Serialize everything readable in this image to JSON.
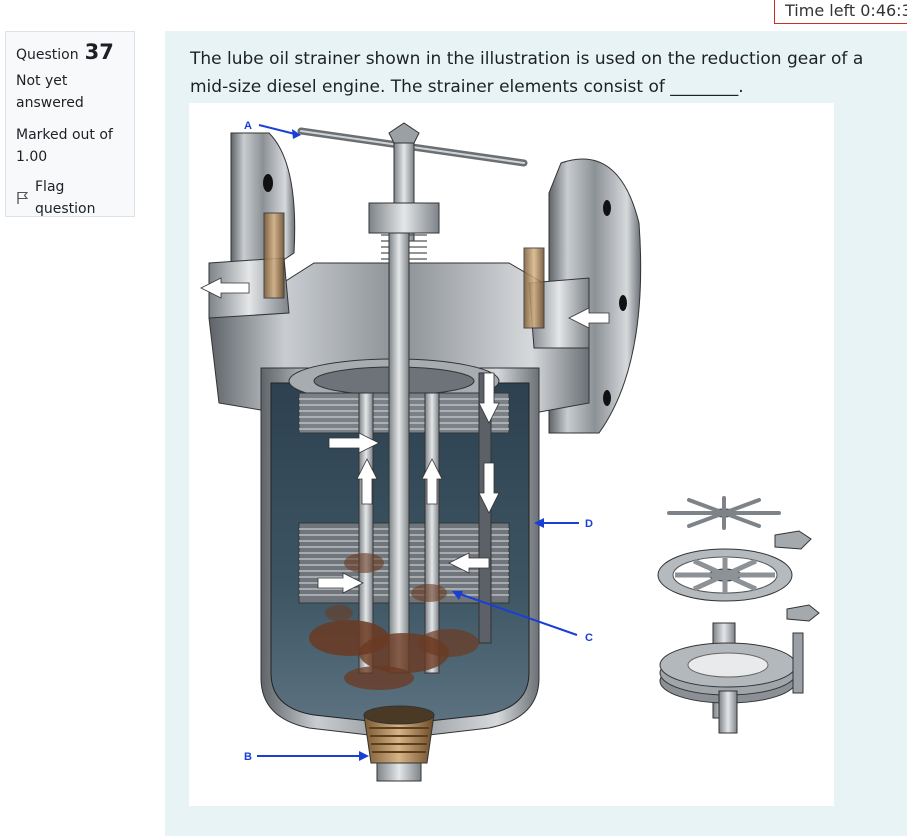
{
  "timer": {
    "text": "Time left 0:46:3"
  },
  "info": {
    "question_label": "Question",
    "question_number": "37",
    "state": "Not yet answered",
    "grade": "Marked out of 1.00",
    "flag_label": "Flag question"
  },
  "question": {
    "text": "The lube oil strainer shown in the illustration is used on the reduction gear of a mid-size diesel engine. The strainer elements consist of ________."
  },
  "figure": {
    "labels": {
      "a": "A",
      "b": "B",
      "c": "C",
      "d": "D"
    },
    "colors": {
      "leader": "#1a3fd6",
      "body": "#8c9196",
      "dark": "#3b4147",
      "sludge": "#6b3a22"
    }
  }
}
